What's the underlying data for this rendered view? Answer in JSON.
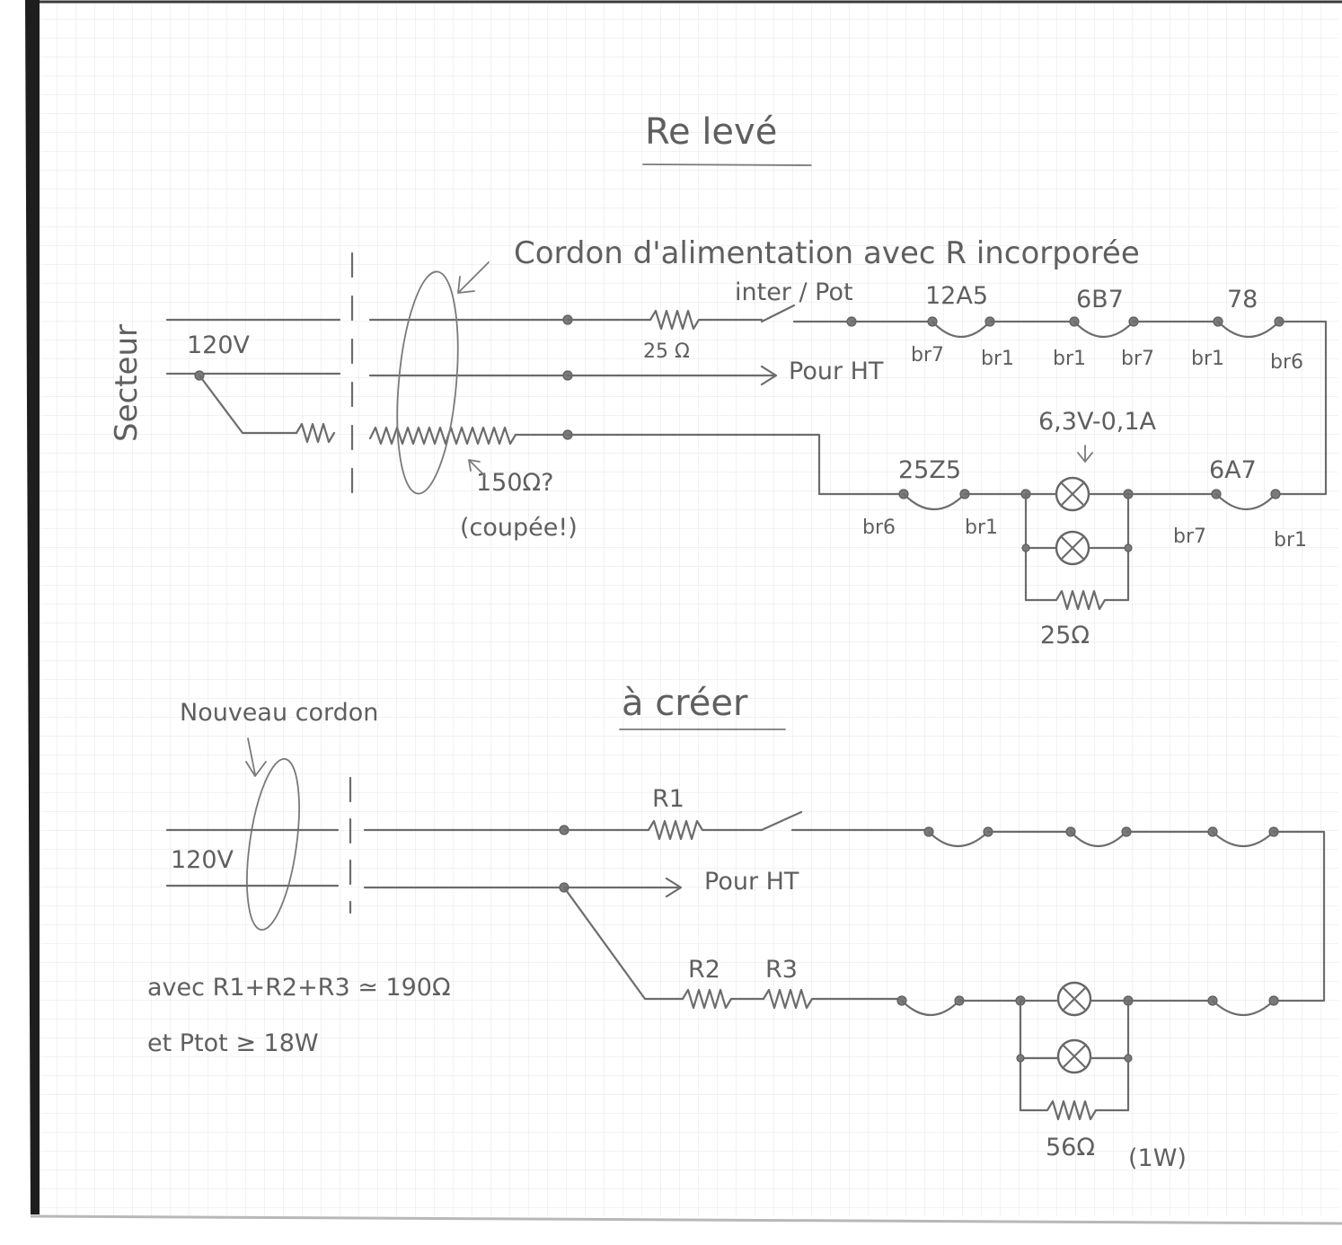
{
  "titles": {
    "releve": "Re levé",
    "a_creer": "à créer"
  },
  "labels": {
    "secteur": "Secteur",
    "volts_top": "120V",
    "volts_bottom": "120V",
    "cordon_note": "Cordon d'alimentation avec R incorporée",
    "inter_pot": "inter / Pot",
    "r_25_top": "25 Ω",
    "pour_ht_top": "Pour HT",
    "r_150": "150Ω?",
    "coupee": "(coupée!)",
    "lamp_rating": "6,3V-0,1A",
    "r_25_bottom": "25Ω",
    "nouveau_cordon": "Nouveau cordon",
    "r1": "R1",
    "r2": "R2",
    "r3": "R3",
    "pour_ht_bottom": "Pour HT",
    "formula": "avec R1+R2+R3 ≃ 190Ω",
    "power": "et Ptot ≥ 18W",
    "r_56": "56Ω",
    "r_56_watt": "(1W)"
  },
  "tubes": {
    "t12a5": {
      "name": "12A5",
      "pin_left": "br7",
      "pin_right": "br1"
    },
    "t6b7": {
      "name": "6B7",
      "pin_left": "br1",
      "pin_right": "br7"
    },
    "t78": {
      "name": "78",
      "pin_left": "br1",
      "pin_right": "br6"
    },
    "t25z5": {
      "name": "25Z5",
      "pin_left": "br6",
      "pin_right": "br1"
    },
    "t6a7": {
      "name": "6A7",
      "pin_left": "br7",
      "pin_right": "br1"
    }
  },
  "colors": {
    "pencil": "#6c6c6c",
    "paper": "#ffffff",
    "grid": "#e4e4e4",
    "margin": "#2a2a2a"
  }
}
